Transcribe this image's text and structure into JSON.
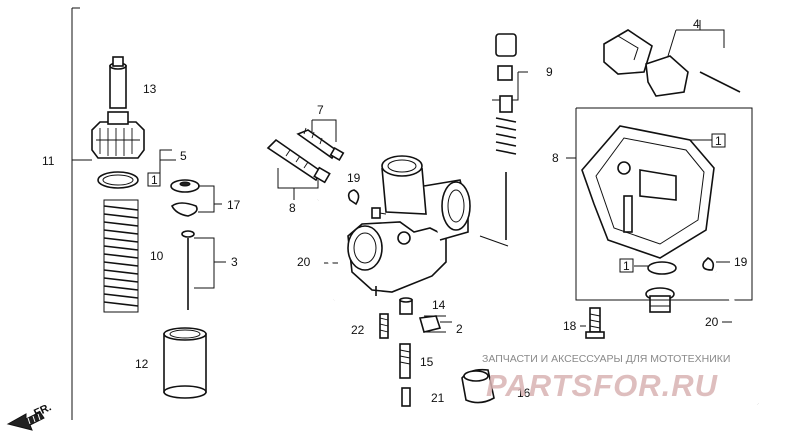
{
  "colors": {
    "line": "#111111",
    "watermark_text": "#8a8a8a",
    "watermark_logo": "#d9b3b3"
  },
  "callouts": {
    "n1_left": "1",
    "n1_top": "1",
    "n1_bottom": "1",
    "n2": "2",
    "n3": "3",
    "n4": "4",
    "n5": "5",
    "n7": "7",
    "n8_left": "8",
    "n8_right": "8",
    "n9": "9",
    "n10": "10",
    "n11": "11",
    "n12": "12",
    "n13": "13",
    "n14": "14",
    "n15": "15",
    "n16": "16",
    "n17": "17",
    "n18": "18",
    "n19_mid": "19",
    "n19_right": "19",
    "n20_mid": "20",
    "n20_right": "20",
    "n21": "21",
    "n22": "22"
  },
  "watermark": {
    "caption": "ЗАПЧАСТИ И АКСЕССУАРЫ ДЛЯ МОТОТЕХНИКИ",
    "logo": "PARTSFOR.RU"
  },
  "front_marker": "FR."
}
